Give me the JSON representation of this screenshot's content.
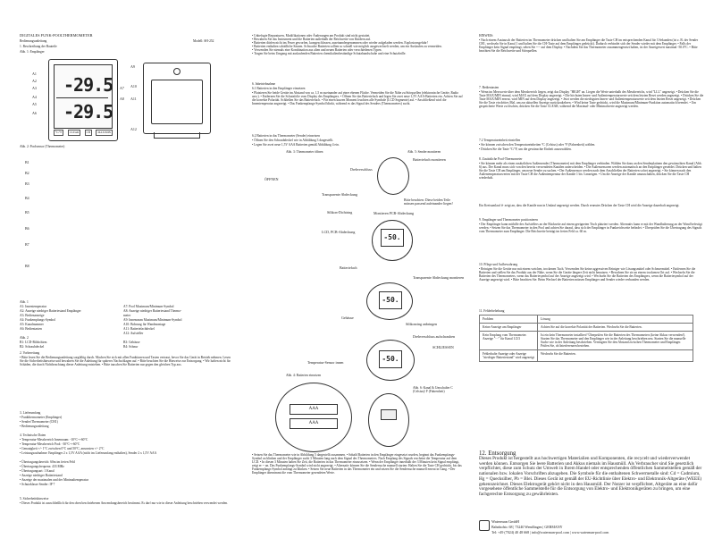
{
  "col1": {
    "title": "DIGITALES FUNK-POOLTHERMOMETER",
    "subtitle": "Bedienungsanleitung",
    "model": "Modell: SH-252",
    "sec1": "1. Beschreibung der Bauteile",
    "fig1": "Abb. 1: Empfänger",
    "fig2": "Abb. 2: Poolsensor (Thermometer)",
    "lcd_temp1": "-29.5",
    "lcd_temp2": "-29.5",
    "buttons": [
      "°C/°F",
      "CLEAR",
      "CH",
      "MAX/MIN"
    ],
    "callouts_left": [
      "A1",
      "A2",
      "A3",
      "A4",
      "A5",
      "A6",
      "A7",
      "A8"
    ],
    "callouts_right": [
      "A9",
      "A10",
      "A11",
      "A12"
    ],
    "callouts_sensor": [
      "B1",
      "B2",
      "B3",
      "B4",
      "B5",
      "B6",
      "B7",
      "B8"
    ],
    "fig1_legend_title": "Abb. 1",
    "legend_a_left": [
      "A1: Innentemperatur",
      "A2: Anzeige niedriger Batteriestand Empfänger",
      "A3: Bedienanzeige",
      "A4: Funkempfangs-Symbol",
      "A5: Kanalnummer",
      "A6: Bedientasten"
    ],
    "legend_a_right": [
      "A7: Pool Maximum/Minimum-Symbol",
      "A8: Anzeige niedriger Batteriestand Thermo-",
      "meter",
      "A9: Innenraum Maximum/Minimum-Symbol",
      "A10: Bohrung für Wandmontage",
      "A11: Batteriefachdeckel",
      "A12: Aufsteller"
    ],
    "fig2_legend_title": "Abb. 2",
    "legend_b_left": [
      "B1: LCD-Bildschirm",
      "B2: Schraubdeckel"
    ],
    "legend_b_right": [
      "B3: Gehäuse",
      "B4: Schnur"
    ],
    "sec2": "2. Vorbereitung",
    "sec2_text": "• Bitte lesen Sie die Bedienungsanleitung sorgfältig durch. Machen Sie sich mit allen Funktionen und Tasten vertraut, bevor Sie das Gerät in Betrieb nehmen. Lesen Sie die Sicherheitshinweise und bewahren Sie die Anleitung für späteres Nachschlagen auf. • Bitte beachten Sie die Hinweise zur Entsorgung. • Wir haften nicht für Schäden, die durch Nichtbeachtung dieser Anleitung entstehen. • Bitte tauschen Sie Batterien nur gegen den gleichen Typ aus.",
    "sec3": "3. Lieferumfang",
    "sec3_items": [
      "• Funkthermometer (Empfänger)",
      "• Sender/Thermometer (CH1)",
      "• Bedienungsanleitung"
    ],
    "sec4": "4. Technische Daten",
    "sec4_items": [
      "• Temperatur-Messbereich Innenraum: -10°C~+60°C",
      "• Temperatur-Messbereich Pool: -30°C~+60°C",
      "• Genauigkeit +/- 1°C zwischen 0°C und 50°C, ansonsten +/- 2°C",
      "• Leistungsaufnahme: Empfänger 2 x 1,5V AAA (nicht im Lieferumfang enthalten), Sender 2 x 1,5V AAA",
      "• Übertragungsbereich: 60m im freien Feld",
      "• Übertragungsfrequenz: 433 MHz",
      "• Übertragungsart: 1 Kanal",
      "• Anzeige niedriger Batteriestand",
      "• Anzeige der maximalen und der Minimaltemperatur",
      "• Schutzklasse Sender: IP 7"
    ],
    "sec5": "5. Sicherheitshinweise",
    "sec5_text": "• Dieses Produkt ist ausschließlich für den oben beschriebenen Anwendungsbereich bestimmt. Es darf nur wie in dieser Anleitung beschrieben verwendet werden."
  },
  "col2": {
    "bullets": [
      "• Unbefugte Reparaturen, Modifikationen oder Änderungen am Produkt sind nicht gestattet.",
      "• Bewahren Sie das Instrument und die Batterien außerhalb der Reichweite von Kindern auf.",
      "• Batterien dürfen nicht ins Feuer geworfen, kurzgeschlossen, auseinandergenommen oder wieder aufgeladen werden. Explosionsgefahr!",
      "• Batterien enthalten schädliche Säuren. Schwache Batterien sollten so schnell wie möglich ausgewechselt werden, um ein Auslaufen zu vermeiden.",
      "• Verwenden Sie niemals eine Kombination aus alten und neuen Batterien oder verschiedenen Typen.",
      "• Tragen Sie beim Umgang mit auslaufenden Batterien chemikalienbeständige Schutzhandschuhe und eine Schutzbrille."
    ],
    "sec6": "6. Inbetriebnahme",
    "sec61": "6.1 Batterien in den Empfänger einsetzen",
    "sec61_text": "• Platzieren Sie beide Geräte im Abstand von ca. 1,5 m zueinander auf einer ebenen Fläche. Vermeiden Sie die Nähe zu Störquellen (elektronische Geräte, Radio usw.). • Entfernen Sie die Schutzfolie vom Display des Empfängers. • Öffnen Sie das Batteriefach und legen Sie zwei neue 1,5V AAA-Batterien ein. Achten Sie auf die korrekte Polarität. Schließen Sie das Batteriefach. • Für einen kurzen Moment leuchten alle Symbole (LCD Segmente) auf. • Anschließend wird die Innentemperatur angezeigt. • Das Funkempfangs-Symbol blinkt, während es das Signal des Senders (Thermometers) sucht.",
    "sec62": "6.2 Batterien in das Thermometer (Sender) einsetzen",
    "sec62_items": [
      "• Öffnen Sie den Schraubdeckel wie in Abbildung 3 dargestellt.",
      "• Legen Sie zwei neue 1,5V AAA Batterien gemäß Abbildung 4 ein."
    ],
    "fig3": "Abb. 3: Thermometer öffnen",
    "fig5": "Abb. 5: Sender montieren",
    "fig4": "Abb. 4: Batterien einsetzen",
    "fig6": "Abb. 6: Kanal & Umschalter C (Celsius)/ F (Fahrenheit)",
    "parts": [
      "Drehverschluss",
      "ÖFFNEN",
      "Transparente Abdeckung",
      "Silikon-Dichtring",
      "LCD, PCB-Abdeckung",
      "Batteriefach",
      "Gehäuse",
      "Temperatur-Sensor innen"
    ],
    "montage": [
      "Batteriefach montieren",
      "Bitte beachten: Diese beiden Teile müssen passend aufeinander liegen!",
      "Montieren PCB-Abdeckung",
      "Transparente Abdeckung montieren",
      "Silikonring anbringen",
      "Drehverschluss aufschrauben",
      "SCHLIESSEN"
    ],
    "sensor_lcd": "-50.",
    "battery_label": "AAA",
    "bottom_text": "• Setzen Sie das Thermometer wie in Abbildung 5 dargestellt zusammen. • Sobald Batterien in den Empfänger eingesetzt wurden, beginnt das Funkempfangs-Symbol zu blinken und der Empfänger sucht 3 Minuten lang nach dem Signal des Thermometers. Nach Empfang des Signals erscheint die Temperatur auf dem LCD. • In diesen 3 Minuten haben Sie Zeit, die Batterien in das Thermometer einzusetzen. • Wenn der Empfänger innerhalb der 3 Minuten kein Signal empfängt, zeigt er -- an. Das Funkempfangs-Symbol wird nicht angezeigt. • Alternativ können Sie die Sendersuche manuell starten: Halten Sie die Taste CH gedrückt, bis das Funkempfangs-Symbol anfängt zu blinken. • Setzen Sie neue Batterien in das Thermometer ein und setzen Sie die Sendersuche manuell erneut in Gang. • Der Empfänger übernimmt die vom Thermometer gesendeten Werte."
  },
  "col3": {
    "header": "HINWEIS:",
    "hinweis": "• Nach einem Austausch der Batterien im Thermometer drücken und halten Sie am Empfänger die Taste CH im entsprechenden Kanal für 3 Sekunden (ist z. B. der Sender CH1, wechseln Sie in Kanal 1 und halten Sie die CH-Taste auf dem Empfänger gedrückt). Dadurch verbindet sich der Sender wieder mit dem Empfänger. • Falls der Empfänger kein Signal empfängt, sehen Sie ---- auf dem Display. • Nachdem Sie das Thermometer zusammengesetzt haben, ist der Anzeigewert maximal -50.0°C. • Bitte beachten Sie die Reichweite und Störquellen.",
    "sec7": "7. Bedientasten",
    "sec7_text": "• Wenn im Messwerte über dem Messbereich liegen, zeigt das Display \"HIGH\" an. Liegen die Werte unterhalb des Messbereichs, wird \"LLL\" angezeigt. • Drücken Sie die Taste MAX/MIN einmal, wird MAX auf dem Display angezeigt. • Die höchsten Innen- und Außentemperaturwerte seit dem letzten Reset werden angezeigt. • Drücken Sie die Taste MAX/MIN erneut, wird MIN auf dem Display angezeigt. • Jetzt werden die niedrigsten Innen- und Außentemperaturwerte seit dem letzten Reset angezeigt. • Drücken Sie die Taste ein drittes Mal, um zur aktuellen Anzeige zurückzukehren. • Wird keine Taste gedrückt, wird die Maximum/Minimum-Funktion automatisch beendet. • Um gespeicherte Werte zu löschen, drücken Sie die Taste CLEAR, während die Maximal- oder Minimalwerte angezeigt werden.",
    "sec72": "7.2 Temperatureinheit einstellen",
    "sec72_items": [
      "• Sie können zwischen den Temperatureinheiten °C (Celsius) oder °F (Fahrenheit) wählen.",
      "• Drücken Sie die Taste °C/°F, um die gewünschte Einheit auszuwählen."
    ],
    "sec8": "8. Zusätzliche Pool-Thermometer",
    "sec8_text": "• Sie können mehr als einen zusätzlichen Außensender (Thermometer) mit dem Empfänger verbinden. Wählen Sie dazu an den Senderplatinen den gewünschten Kanal (Abb. 6) aus. Der Kanal muss sich von den bereits verwendeten Kanälen unterscheiden. • Die Außensensoren werden automatisch an den Empfänger gesendet. Drücken und halten Sie die Taste CH am Empfänger, um neue Sender zu suchen. • Der Außensensor werden nach dem Anschließen der Batterien sofort angezeigt. • Sie können nach den Außentemperaturwerten mit der Taste CH die Außentemperatur der Kanäle 1 bis 3 anzeigen. • Um die Anzeige der Kanäle umzuschalten, drücken Sie die Taste CH wiederholt.",
    "eco": "Ein Kreisumlauf ⟳ zeigt an, dass die Kanäle nun in Umlauf angezeigt werden. Durch erneutes Drücken der Taste CH wird die Anzeige dauerhaft angezeigt.",
    "sec9": "9. Empfänger und Thermometer positionieren",
    "sec9_text": "• Der Empfänger kann mithilfe des Aufstellers an der Rückseite auf einem geeigneten Tisch platziert werden. Alternativ kann er mit der Wandhalterung an der Wand befestigt werden. • Setzen Sie das Thermometer in den Pool und achten Sie darauf, dass sich der Empfänger in Funkreichweite befindet. • Überprüfen Sie die Übertragung des Signals vom Thermometer zum Empfänger. Die Reichweite beträgt im freien Feld ca. 60 m.",
    "sec10": "10. Pflege und Aufbewahrung",
    "sec10_text": "• Reinigen Sie die Geräte nur mit einem weichen, trockenen Tuch. Verwenden Sie keine aggressiven Reiniger wie Lösungsmittel oder Scheuermittel. • Entfernen Sie die Batterien und stellen Sie das Produkt aus der Nähe, wenn Sie die Geräte längere Zeit nicht benutzen. • Bewahren Sie sie an einem trockenen Ort auf. • Wechseln Sie die Batterien des Thermometers, wenn das Batteriesymbol auf der Anzeige angezeigt wird. • Wechseln Sie die Batterien des Empfängers, wenn die Batteriesymbol auf der Anzeige angezeigt wird. • Bitte beachten Sie: Beim Wechsel der Batterien müssen Empfänger und Sender wieder verbunden werden.",
    "sec11": "11. Fehlerbehebung",
    "table_head": [
      "Problem",
      "Lösung"
    ],
    "table_rows": [
      [
        "Keine Anzeige am Empfänger",
        "Achten Sie auf die korrekte Polarität der Batterien. Wechseln Sie die Batterien."
      ],
      [
        "Kein Empfang vom Thermometer. Anzeige \"- -\" für Kanal 1/2/3",
        "Ist ein kein Thermometer installiert? Überprüfen Sie die Batterien des Thermometers (keine Akkus verwenden!). Starten Sie das Thermometer und den Empfänger wie in der Anleitung beschrieben neu. Starten Sie die manuelle Suche wie in der Anleitung beschrieben. Verringern Sie den Abstand zwischen Thermometer und Empfänger. Prüfen Sie, ob Interferenzen bestehen."
      ],
      [
        "Fehlerhafte Anzeige oder Anzeige \"niedriger Batteriestand\" wird angezeigt",
        "Wechseln Sie die Batterien."
      ]
    ],
    "sec12": "12. Entsorgung",
    "sec12_text": "Dieses Produkt ist hergestellt aus hochwertigen Materialien und Komponenten, die recycelt und wiederverwendet werden können. Entsorgen Sie leere Batterien und Akkus niemals im Hausmüll. Als Verbraucher sind Sie gesetzlich verpflichtet, diese zum Schutz der Umwelt in Ihrem Handel oder entsprechenden öffentlichen Sammelstellen gemäß der nationalen bzw. lokalen Vorschriften abzugeben. Die Symbole für die enthaltenen Schwermetalle sind: Cd = Cadmium, Hg = Quecksilber, Pb = Blei. Dieses Gerät ist gemäß der EU-Richtlinie über Elektro- und Elektronik-Altgeräte (WEEE) gekennzeichnet. Dieses Elektrogerät gehört nicht in den Hausmüll. Der Nutzer ist verpflichtet, Altgeräte an eine dafür vorgesehene öffentliche Sammelstelle für die Entsorgung von Elektro- und Elektronikgeräten zu bringen, um eine fachgerechte Entsorgung zu gewährleisten.",
    "company": "Waterman GmbH",
    "address": "Bahnhofstr. 68 | 73240 Wendlingen | GERMANY",
    "contact": "Tel: +49 (7024) 40 48 668 | info@waterman-pool.com | www.waterman-pool.com"
  }
}
